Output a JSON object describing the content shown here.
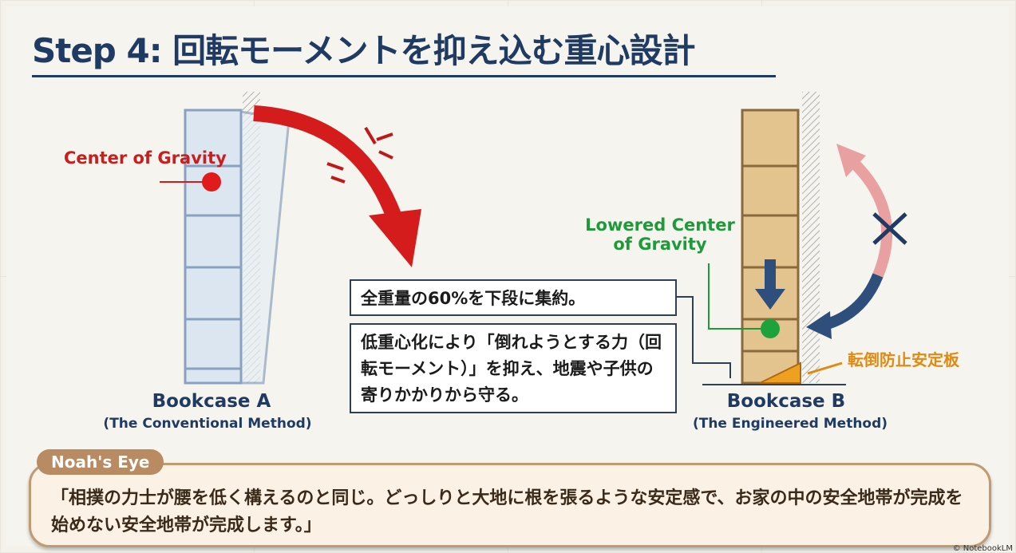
{
  "title": "Step 4: 回転モーメントを抑え込む重心設計",
  "left": {
    "cog_label": "Center of Gravity",
    "name": "Bookcase A",
    "method": "(The Conventional Method)"
  },
  "right": {
    "cog_label": "Lowered Center of Gravity",
    "plate_label": "転倒防止安定板",
    "name": "Bookcase B",
    "method": "(The Engineered Method)"
  },
  "boxes": {
    "first": "全重量の60%を下段に集約。",
    "second": "低重心化により「倒れようとする力（回転モーメント）」を抑え、地震や子供の寄りかかりから守る。"
  },
  "noah": {
    "tab": "Noah's Eye",
    "text": "「相撲の力士が腰を低く構えるのと同じ。どっしりと大地に根を張るような安定感で、お家の中の安全地帯が完成を始めない安全地帯が完成します。」"
  },
  "credit": "© NotebookLM",
  "colors": {
    "title": "#1f3b63",
    "red": "#d41c1c",
    "green": "#1e9a3a",
    "orange": "#e08a10",
    "wood": "#e3c48f"
  }
}
